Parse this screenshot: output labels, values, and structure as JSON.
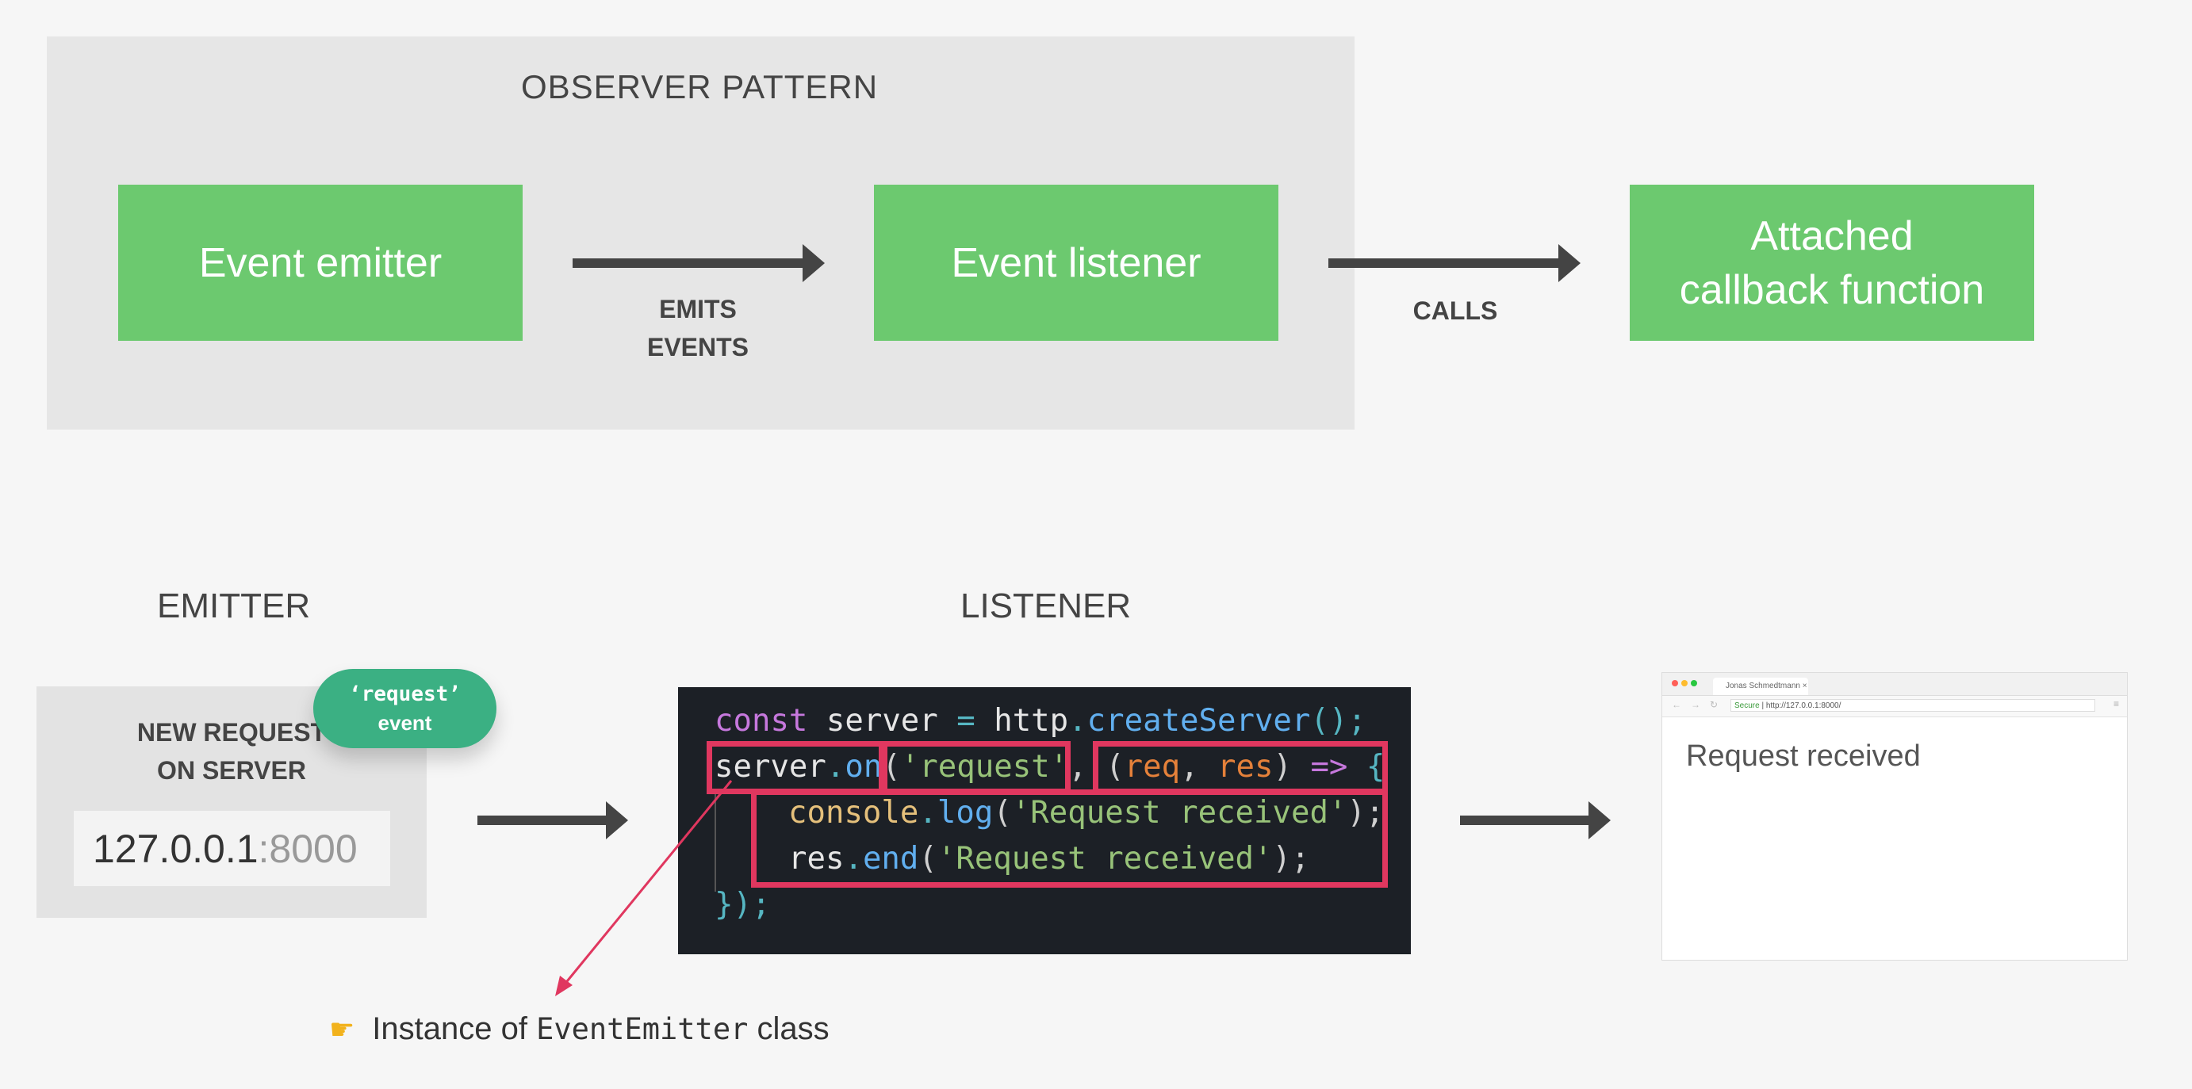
{
  "observer": {
    "title": "OBSERVER PATTERN",
    "emitter_label": "Event emitter",
    "listener_label": "Event listener",
    "callback_label": "Attached\ncallback function",
    "emits_label": "EMITS\nEVENTS",
    "calls_label": "CALLS"
  },
  "emitter_section": {
    "title": "EMITTER",
    "event_text": "NEW REQUEST\nON SERVER",
    "ip": "127.0.0.1",
    "port": ":8000",
    "bubble_code": "‘request’",
    "bubble_word": "event"
  },
  "listener_section": {
    "title": "LISTENER"
  },
  "code": {
    "l1_kw": "const",
    "l1_var": " server ",
    "l1_eq": "= ",
    "l1_obj": "http",
    "l1_dot": ".",
    "l1_fn": "createServer",
    "l1_end": "();",
    "l2_obj": "server",
    "l2_dot": ".",
    "l2_fn": "on",
    "l2_paren": "(",
    "l2_str": "'request'",
    "l2_comma": ", ",
    "l2_open": "(",
    "l2_p1": "req",
    "l2_sep": ", ",
    "l2_p2": "res",
    "l2_close": ") ",
    "l2_arrow": "=>",
    "l2_brace": " {",
    "l3_obj": "console",
    "l3_dot": ".",
    "l3_fn": "log",
    "l3_open": "(",
    "l3_str": "'Request received'",
    "l3_end": ");",
    "l4_obj": "res",
    "l4_dot": ".",
    "l4_fn": "end",
    "l4_open": "(",
    "l4_str": "'Request received'",
    "l4_end": ");",
    "l5": "});"
  },
  "browser": {
    "tab_title": "Jonas Schmedtmann",
    "tab_close": "×",
    "secure_label": "Secure",
    "url": "http://127.0.0.1:8000/",
    "content": "Request received",
    "back_glyph": "←",
    "forward_glyph": "→",
    "reload_glyph": "↻",
    "menu_glyph": "≡"
  },
  "footnote": {
    "icon": "pointing-hand-icon",
    "icon_glyph": "☛",
    "prefix": "Instance of ",
    "code": "EventEmitter",
    "suffix": " class"
  },
  "colors": {
    "green_box": "#6cc96f",
    "bubble": "#3bb083",
    "highlight": "#e0375f",
    "code_bg": "#1c2026"
  }
}
